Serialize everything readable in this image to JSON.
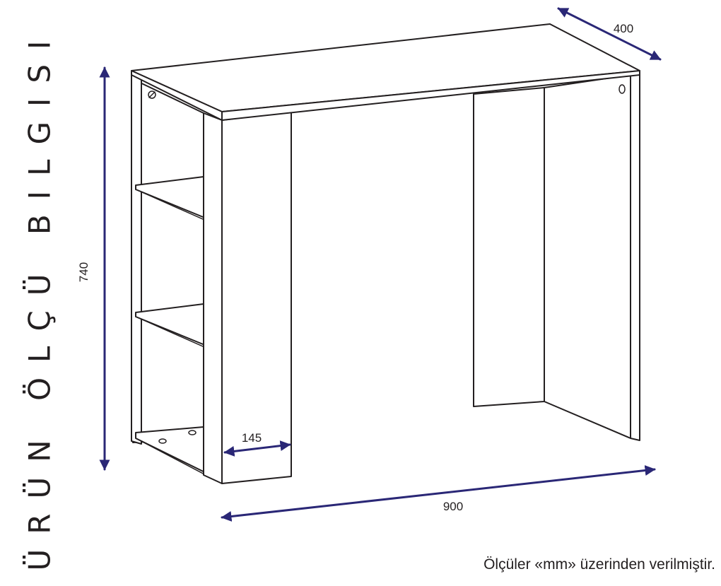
{
  "title": "ÜRÜN ÖLÇÜ BILGISI",
  "note": "Ölçüler «mm» üzerinden verilmiştir.",
  "dimensions": {
    "height": "740",
    "depth": "400",
    "width": "900",
    "shelf_width": "145"
  },
  "colors": {
    "dimension_line": "#2a2776",
    "outline": "#231f20",
    "background": "#ffffff"
  }
}
